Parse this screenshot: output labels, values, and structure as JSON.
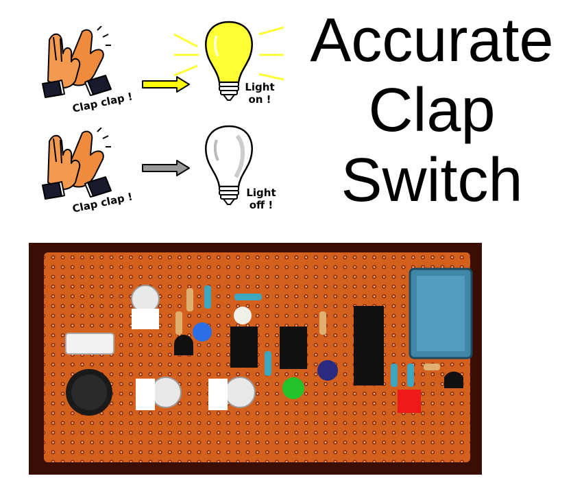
{
  "title": {
    "line1": "Accurate",
    "line2": "Clap",
    "line3": "Switch"
  },
  "row_on": {
    "clap_text": "Clap clap !",
    "light_line1": "Light",
    "light_line2": "on !",
    "arrow_color": "#ffff00",
    "bulb_color": "#ffff33"
  },
  "row_off": {
    "clap_text": "Clap clap !",
    "light_line1": "Light",
    "light_line2": "off !",
    "arrow_color": "#999999",
    "bulb_color": "#ffffff"
  },
  "photo": {
    "subject": "circuit-board",
    "board_color": "#d4601e"
  }
}
